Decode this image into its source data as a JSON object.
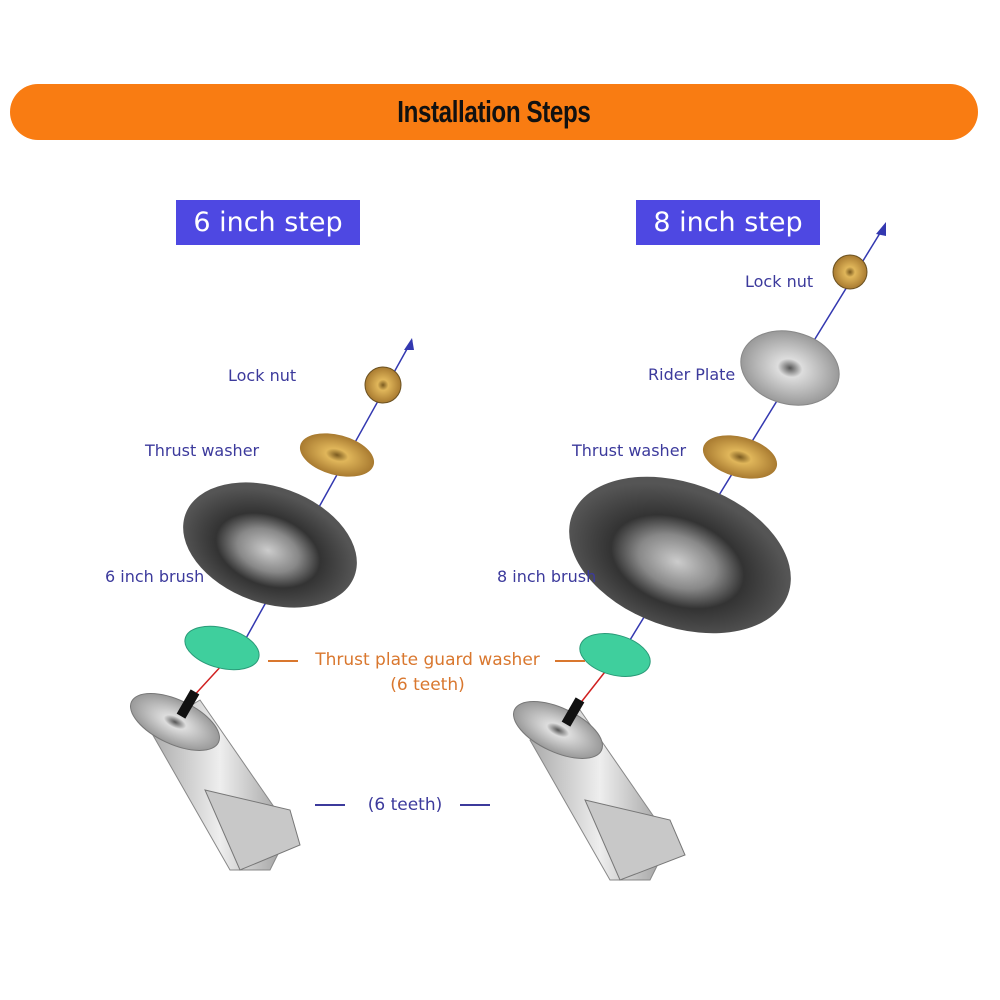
{
  "title": "Installation Steps",
  "colors": {
    "banner": "#f97c12",
    "step_box": "#4e48e2",
    "label": "#3c3a9c",
    "accent_label": "#d9772e"
  },
  "left": {
    "heading": "6 inch step",
    "labels": {
      "lock_nut": "Lock nut",
      "thrust_washer": "Thrust washer",
      "brush": "6 inch brush"
    }
  },
  "right": {
    "heading": "8 inch step",
    "labels": {
      "lock_nut": "Lock nut",
      "rider_plate": "Rider Plate",
      "thrust_washer": "Thrust washer",
      "brush": "8 inch brush"
    }
  },
  "shared": {
    "guard_washer": "Thrust plate guard washer",
    "guard_washer_teeth": "(6 teeth)",
    "gearbox_teeth": "(6 teeth)"
  }
}
